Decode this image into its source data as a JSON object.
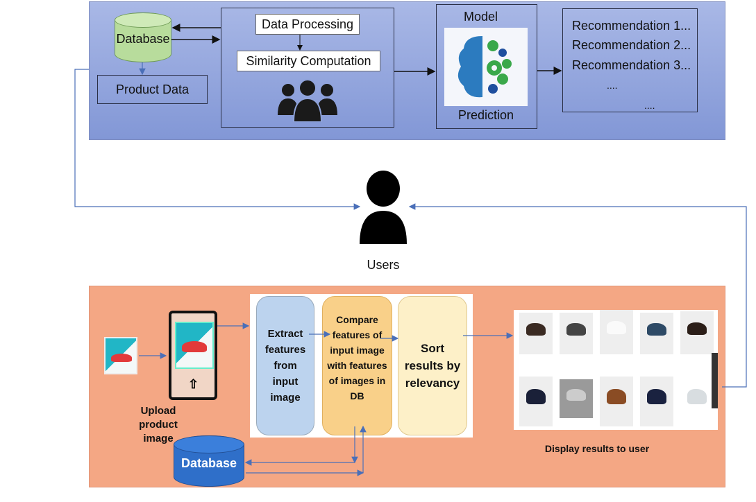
{
  "top": {
    "database": "Database",
    "product_data": "Product Data",
    "data_processing": "Data Processing",
    "similarity": "Similarity Computation",
    "model": "Model",
    "prediction": "Prediction",
    "recommendations": [
      "Recommendation 1...",
      "Recommendation 2...",
      "Recommendation 3...",
      "....",
      "...."
    ]
  },
  "users_label": "Users",
  "bottom": {
    "upload": "Upload product image",
    "extract": "Extract features from input image",
    "compare": "Compare features of input image with features of images in DB",
    "sort": "Sort results by relevancy",
    "display": "Display results to user",
    "database": "Database"
  },
  "colors": {
    "top_panel": "#8fa3da",
    "bottom_panel": "#f4a784",
    "db_green": "#b8dc9c",
    "db_blue": "#2f6fc9",
    "extract": "#bcd3ee",
    "compare": "#f9d089",
    "sort": "#fdf0c8"
  }
}
